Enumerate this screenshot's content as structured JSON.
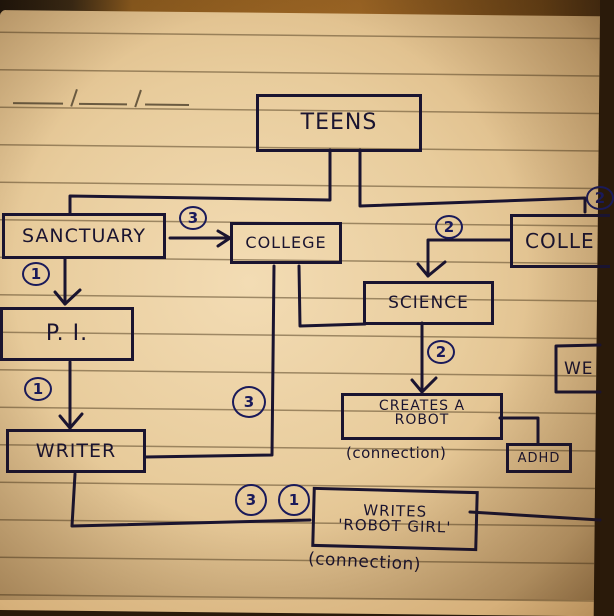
{
  "diagram": {
    "type": "hand-drawn flowchart on lined notebook paper",
    "date_field": "___/___/___",
    "colors": {
      "ink": "#1a1430",
      "badge_ink": "#1a1a5a",
      "paper": "#ecd2a4",
      "rule_lines": "#5a4628"
    },
    "nodes": [
      {
        "id": "teens",
        "label": "TEENS"
      },
      {
        "id": "sanctuary",
        "label": "SANCTUARY"
      },
      {
        "id": "college_1",
        "label": "COLLEGE"
      },
      {
        "id": "college_2",
        "label": "COLLE"
      },
      {
        "id": "science",
        "label": "SCIENCE"
      },
      {
        "id": "pi",
        "label": "P. I."
      },
      {
        "id": "writer",
        "label": "WRITER"
      },
      {
        "id": "creates_robot",
        "label": "CREATES A\nROBOT"
      },
      {
        "id": "adhd",
        "label": "ADHD"
      },
      {
        "id": "writes_robot_girl",
        "label": "WRITES\n'ROBOT GIRL'"
      },
      {
        "id": "we",
        "label": "WE"
      }
    ],
    "notes": [
      {
        "id": "creates_robot_note",
        "text": "(connection)"
      },
      {
        "id": "writes_robot_girl_note",
        "text": "(connection)"
      }
    ],
    "badges": [
      {
        "id": "badge_sanctuary_college",
        "text": "3"
      },
      {
        "id": "badge_teens_right",
        "text": "2"
      },
      {
        "id": "badge_college2_science",
        "text": "2"
      },
      {
        "id": "badge_sanctuary_pi",
        "text": "1"
      },
      {
        "id": "badge_pi_writer",
        "text": "1"
      },
      {
        "id": "badge_college_writer",
        "text": "3"
      },
      {
        "id": "badge_science_robot",
        "text": "2"
      },
      {
        "id": "badge_writes_3",
        "text": "3"
      },
      {
        "id": "badge_writes_1",
        "text": "1"
      }
    ],
    "edges": [
      {
        "from": "teens",
        "to": "sanctuary"
      },
      {
        "from": "teens",
        "to": "college_2",
        "badge": "2"
      },
      {
        "from": "sanctuary",
        "to": "college_1",
        "badge": "3",
        "arrow": true
      },
      {
        "from": "sanctuary",
        "to": "pi",
        "badge": "1",
        "arrow": true
      },
      {
        "from": "pi",
        "to": "writer",
        "badge": "1",
        "arrow": true
      },
      {
        "from": "college_1",
        "to": "writer",
        "badge": "3"
      },
      {
        "from": "college_1",
        "to": "science"
      },
      {
        "from": "college_2",
        "to": "science",
        "badge": "2",
        "arrow": true
      },
      {
        "from": "science",
        "to": "creates_robot",
        "badge": "2",
        "arrow": true
      },
      {
        "from": "creates_robot",
        "to": "adhd"
      },
      {
        "from": "writer",
        "to": "writes_robot_girl"
      },
      {
        "from": "writes_robot_girl",
        "to": "offscreen_right"
      }
    ]
  }
}
